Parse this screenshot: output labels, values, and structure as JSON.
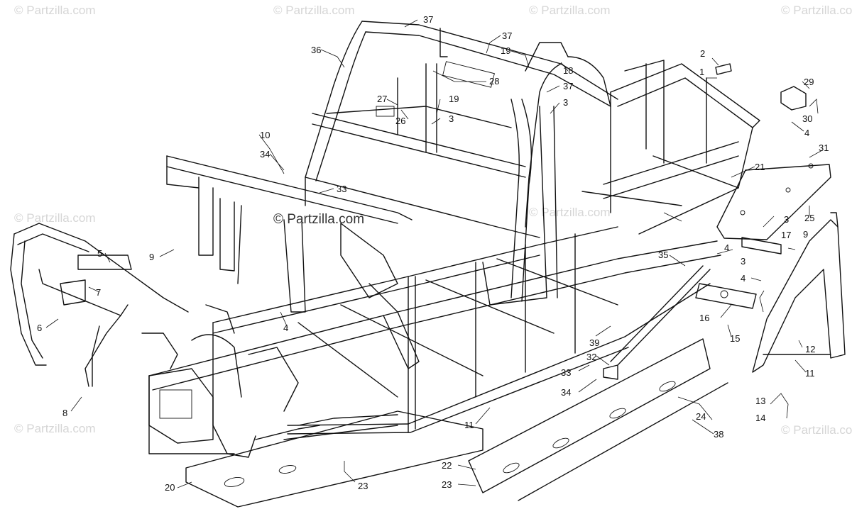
{
  "watermark": {
    "corner_text": "© Partzilla.com",
    "center_text": "© Partzilla.com"
  },
  "callouts": {
    "c1": "1",
    "c2": "2",
    "c3a": "3",
    "c3b": "3",
    "c3c": "3",
    "c3d": "3",
    "c4a": "4",
    "c4b": "4",
    "c4c": "4",
    "c4d": "4",
    "c5": "5",
    "c6": "6",
    "c7": "7",
    "c8": "8",
    "c9a": "9",
    "c9b": "9",
    "c10": "10",
    "c11a": "11",
    "c11b": "11",
    "c12": "12",
    "c13": "13",
    "c14": "14",
    "c15": "15",
    "c16": "16",
    "c17": "17",
    "c18": "18",
    "c19a": "19",
    "c19b": "19",
    "c20": "20",
    "c21": "21",
    "c22": "22",
    "c23a": "23",
    "c23b": "23",
    "c24": "24",
    "c25": "25",
    "c26": "26",
    "c27": "27",
    "c28": "28",
    "c29": "29",
    "c30": "30",
    "c31": "31",
    "c32": "32",
    "c33a": "33",
    "c33b": "33",
    "c34a": "34",
    "c34b": "34",
    "c35": "35",
    "c36": "36",
    "c37a": "37",
    "c37b": "37",
    "c37c": "37",
    "c38": "38",
    "c39": "39"
  }
}
